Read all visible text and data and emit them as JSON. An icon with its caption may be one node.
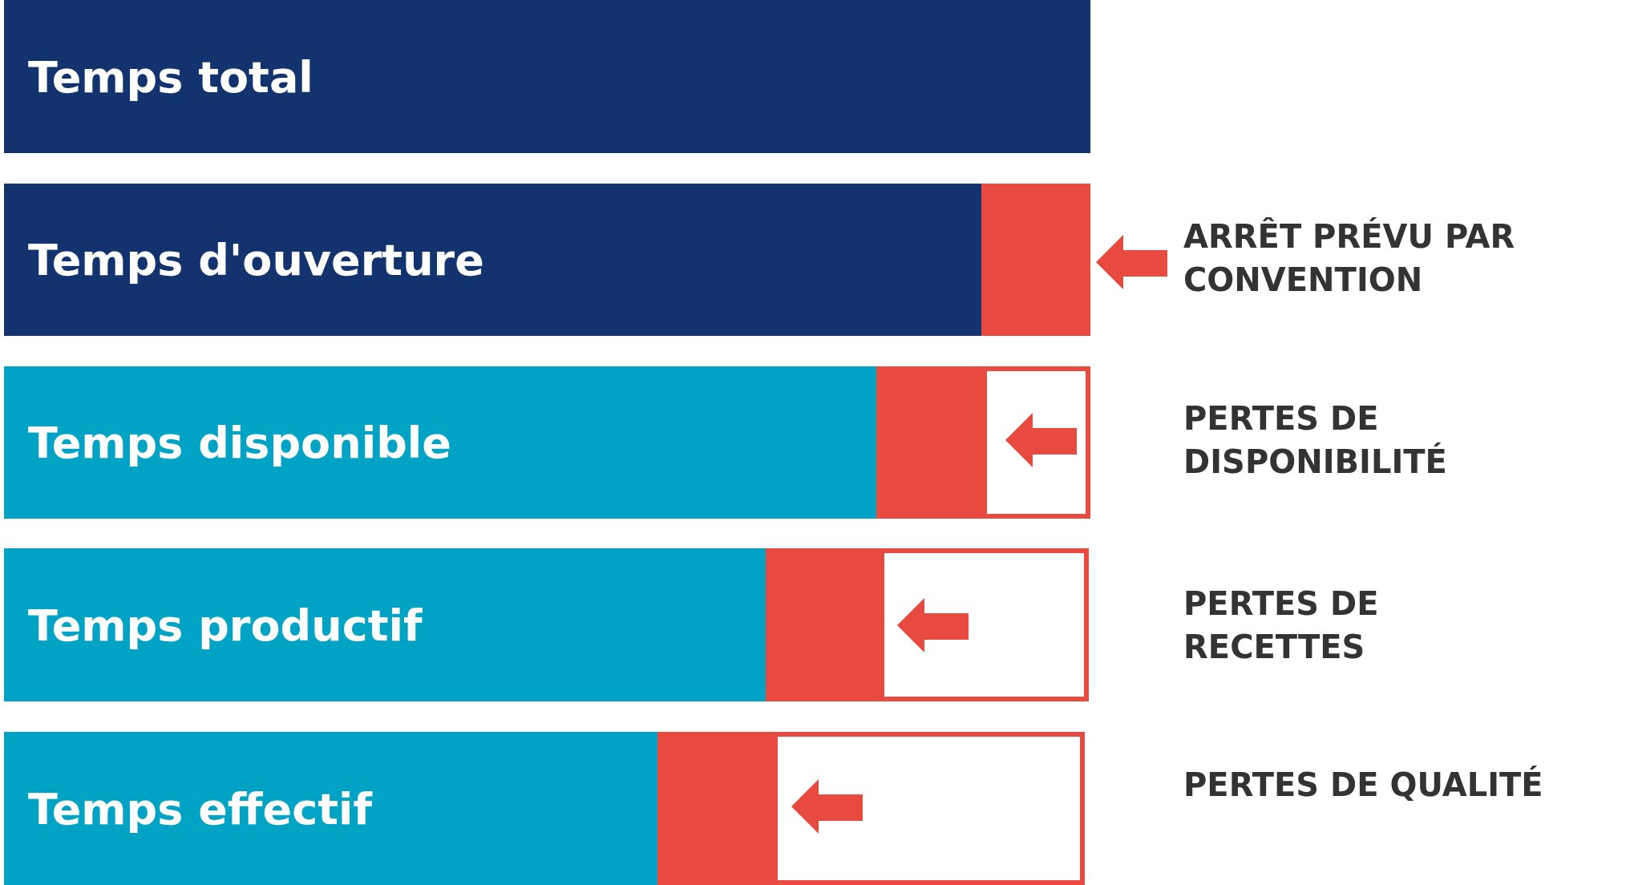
{
  "diagram": {
    "nodes": [
      {
        "text": [
          "Temps total"
        ]
      },
      {
        "text": [
          "Temps d'ouverture"
        ]
      },
      {
        "text": [],
        "shape": "bar"
      },
      {
        "text": [
          "Temps disponible"
        ]
      },
      {
        "text": [],
        "shape": "bar"
      },
      {
        "text": [],
        "shape": "box"
      },
      {
        "text": [
          "Temps productif"
        ]
      },
      {
        "text": [],
        "shape": "bar"
      },
      {
        "text": [],
        "shape": "box"
      },
      {
        "text": [
          "Temps effectif"
        ]
      },
      {
        "text": [],
        "shape": "bar"
      },
      {
        "text": [],
        "shape": "box"
      }
    ],
    "labels": [
      "ARRÊT PRÉVU PAR CONVENTION",
      "PERTES DE DISPONIBILITÉ",
      "PERTES DE RECETTES",
      "PERTES DE QUALITÉ"
    ]
  }
}
